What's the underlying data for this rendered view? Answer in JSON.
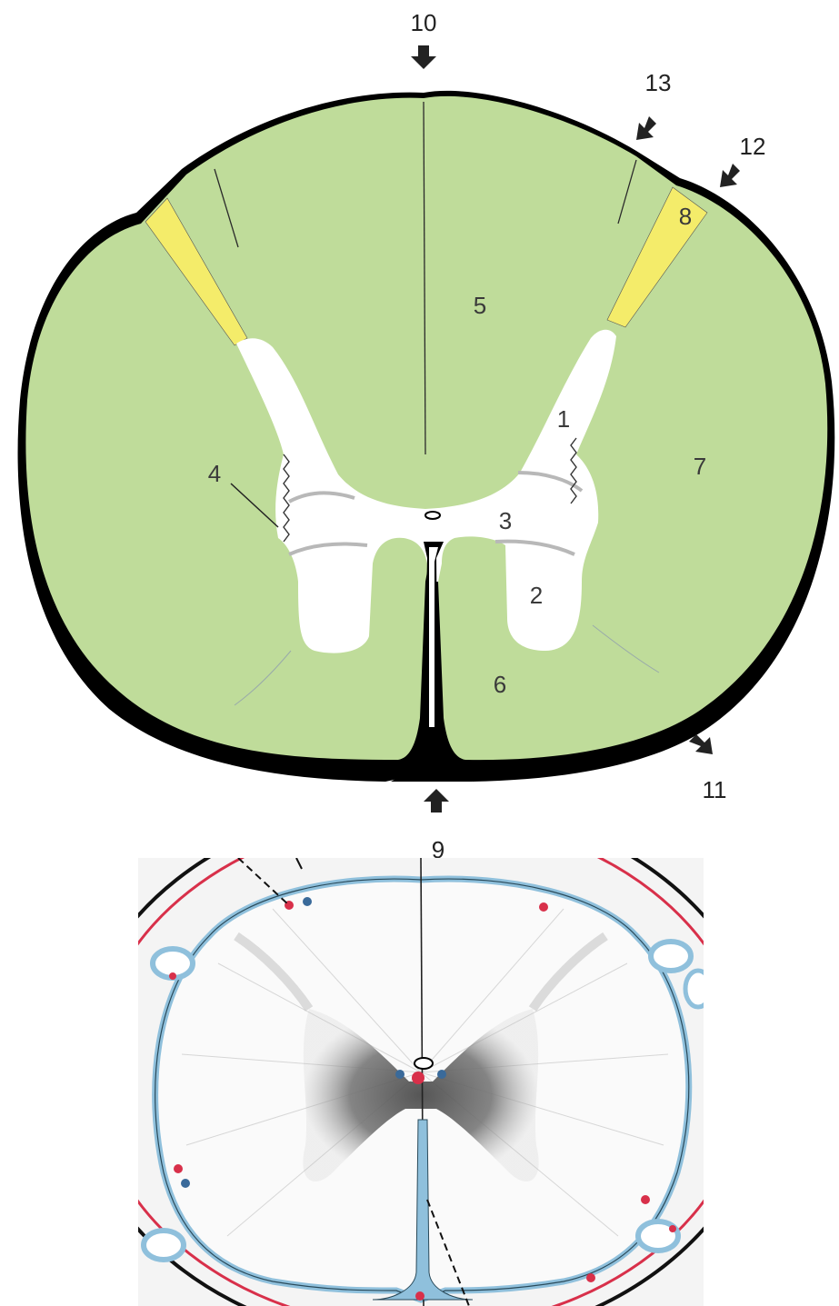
{
  "labels": {
    "l1": "1",
    "l2": "2",
    "l3": "3",
    "l4": "4",
    "l5": "5",
    "l6": "6",
    "l7": "7",
    "l8": "8",
    "l9": "9",
    "l10": "10",
    "l11": "11",
    "l12": "12",
    "l13": "13"
  },
  "colors": {
    "white_matter": "#bfdc9a",
    "gray_matter": "#ffffff",
    "root_entry_zone": "#f4ec6a",
    "outline": "#000000",
    "pia_blue": "#8fc0dc",
    "vessel_red": "#d8304a"
  }
}
